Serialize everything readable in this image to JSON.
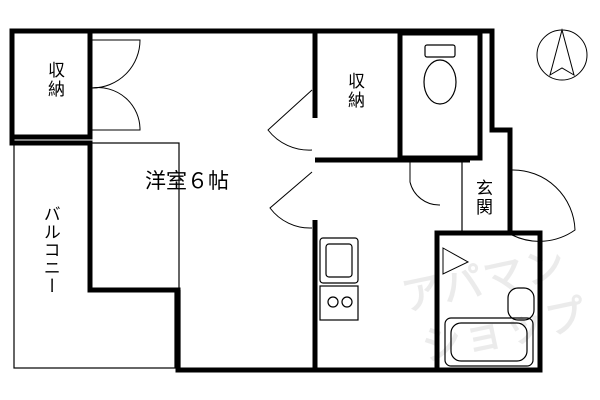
{
  "rooms": {
    "storage_left": "収\n納",
    "main_room": "洋室６帖",
    "storage_center": "収\n納",
    "entrance": "玄\n関",
    "balcony": "バルコニー"
  },
  "watermark": {
    "line1": "アパマン",
    "line2": "ショップ"
  },
  "colors": {
    "wall": "#000000",
    "background": "#ffffff",
    "fixture": "#555555"
  }
}
